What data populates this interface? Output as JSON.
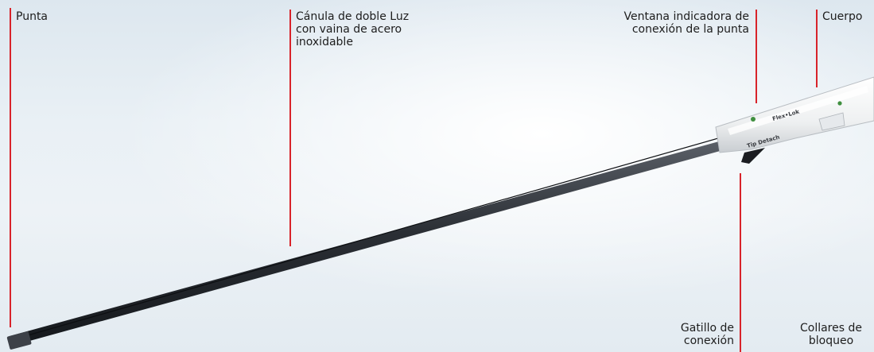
{
  "labels": {
    "punta": "Punta",
    "canula": "Cánula de doble Luz\ncon vaina de acero\ninoxidable",
    "ventana": "Ventana indicadora de\nconexión de la punta",
    "cuerpo": "Cuerpo",
    "gatillo": "Gatillo de\nconexión",
    "collares": "Collares de\nbloqueo"
  },
  "device_text": {
    "body_mark": "Flex•Lok",
    "body_mark2": "Tip Detach"
  },
  "colors": {
    "leader": "#d8232a",
    "shaft": "#2b2f35",
    "body": "#f7f8f8"
  }
}
